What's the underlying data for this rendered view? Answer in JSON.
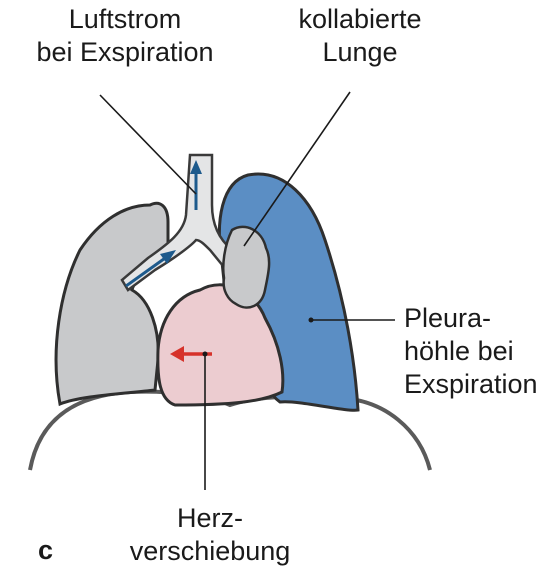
{
  "labels": {
    "airflow_line1": "Luftstrom",
    "airflow_line2": "bei Exspiration",
    "collapsed_line1": "kollabierte",
    "collapsed_line2": "Lunge",
    "pleura_line1": "Pleura-",
    "pleura_line2": "höhle bei",
    "pleura_line3": "Exspiration",
    "heart_line1": "Herz-",
    "heart_line2": "verschiebung",
    "panel_letter": "c"
  },
  "colors": {
    "lung": "#c8c9cb",
    "pleural_cavity": "#5b8ec4",
    "heart": "#ecccd0",
    "trachea": "#e4e5e6",
    "outline": "#3a3a3a",
    "airflow_arrow": "#1d5a8c",
    "shift_arrow": "#d6322a"
  }
}
